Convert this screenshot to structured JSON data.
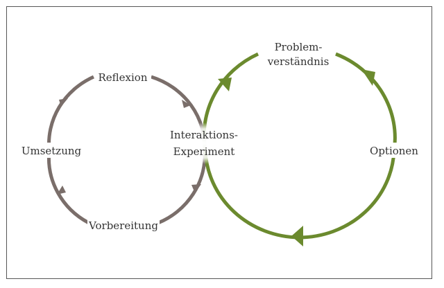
{
  "colors": {
    "gray_cycle": "#7a6e6a",
    "green_cycle": "#6b8a2e",
    "text": "#333333",
    "frame": "#555555"
  },
  "labels": {
    "left_top": "Reflexion",
    "left_side": "Umsetzung",
    "left_bottom": "Vorbereitung",
    "center_line1": "Interaktions-",
    "center_line2": "Experiment",
    "right_top_line1": "Problem-",
    "right_top_line2": "verständnis",
    "right_side": "Optionen"
  }
}
